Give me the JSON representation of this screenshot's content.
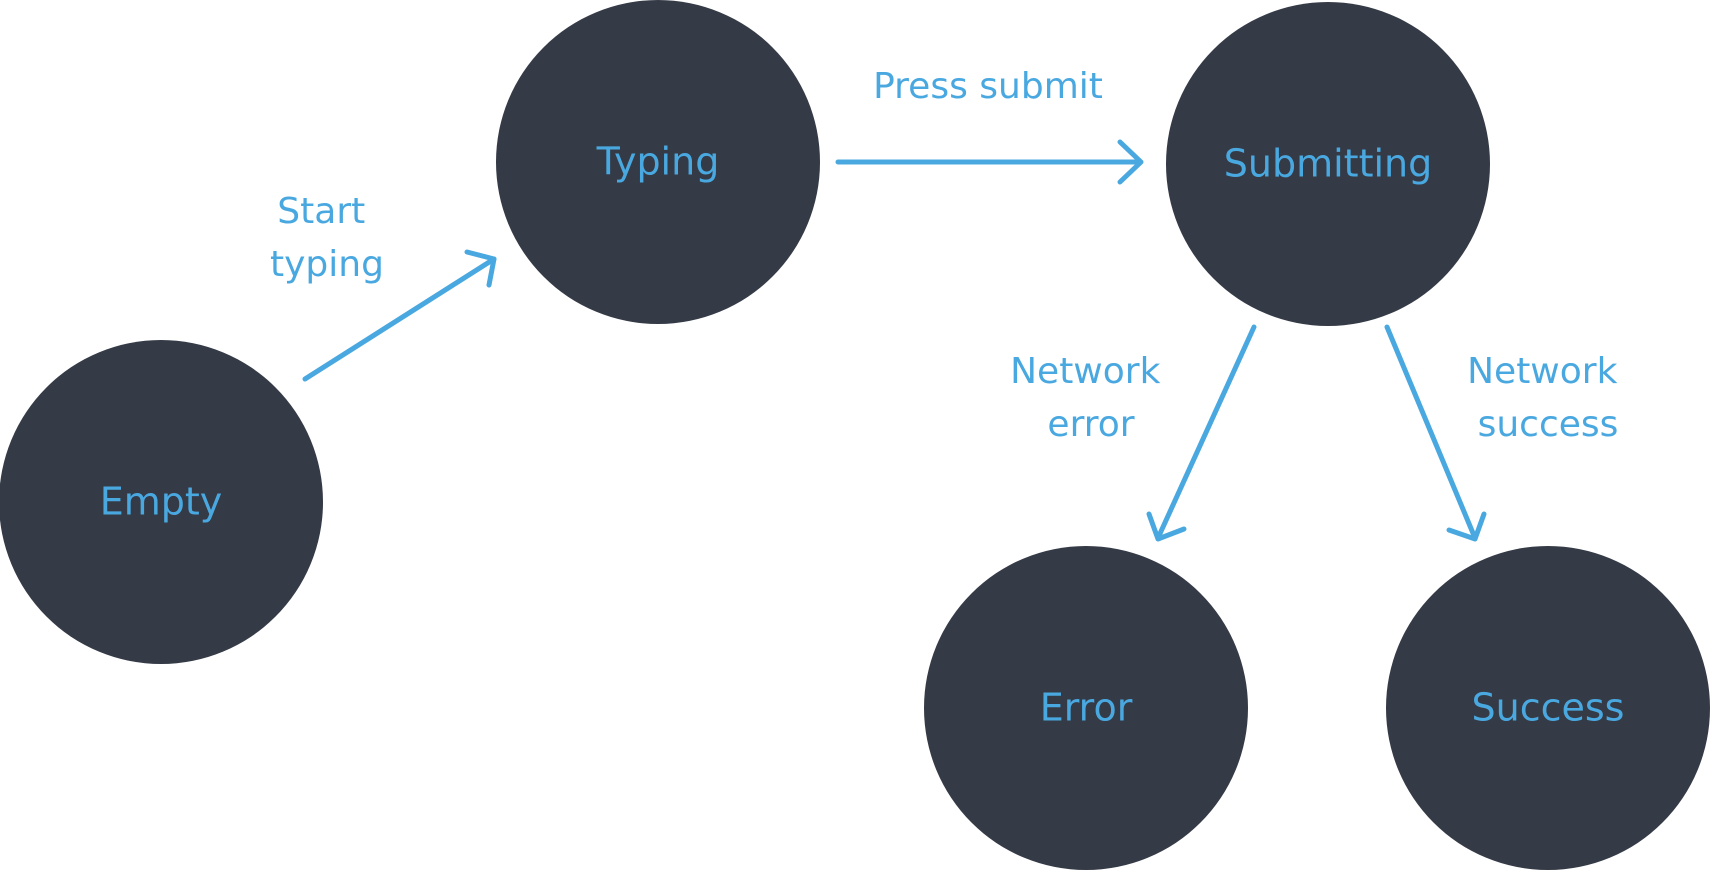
{
  "colors": {
    "background": "#ffffff",
    "node_fill": "#343a46",
    "accent": "#4aa8e0"
  },
  "states": {
    "empty": "Empty",
    "typing": "Typing",
    "submitting": "Submitting",
    "error": "Error",
    "success": "Success"
  },
  "transitions": {
    "start_typing": [
      "Start",
      "typing"
    ],
    "press_submit": [
      "Press submit"
    ],
    "network_error": [
      "Network",
      "error"
    ],
    "network_success": [
      "Network",
      "success"
    ]
  }
}
